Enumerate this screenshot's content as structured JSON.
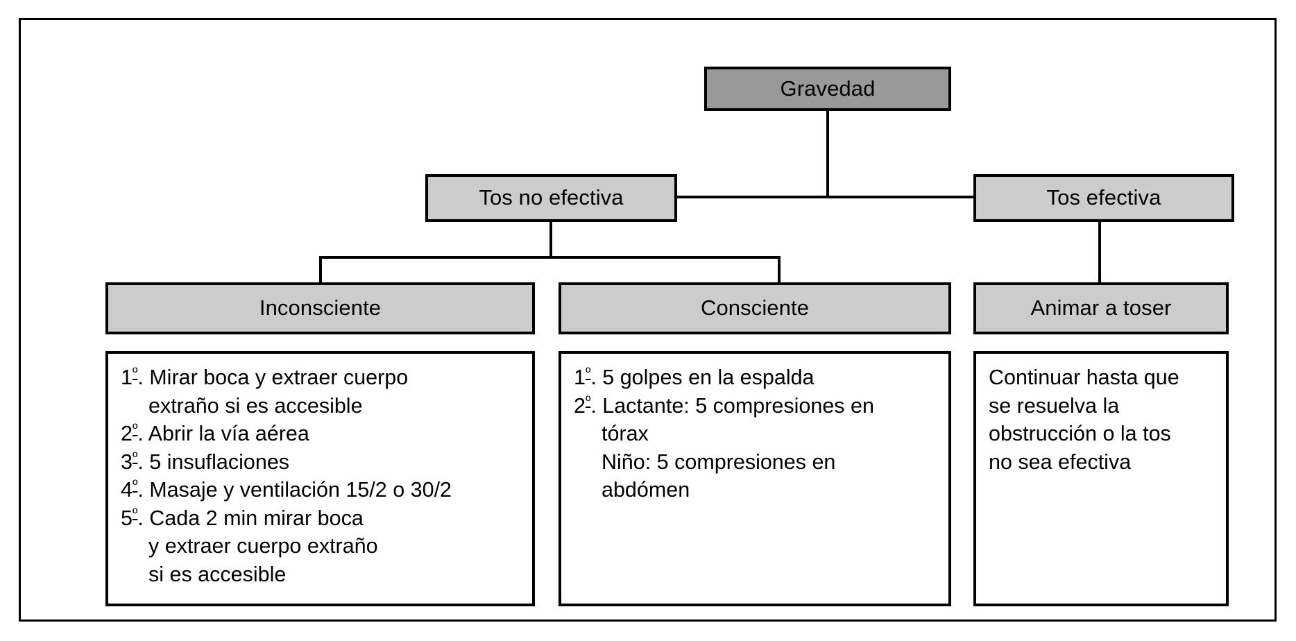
{
  "diagram": {
    "title": "Gravedad",
    "nodes": {
      "root": "Gravedad",
      "tos_no_efectiva": "Tos no efectiva",
      "tos_efectiva": "Tos efectiva",
      "inconsciente": "Inconsciente",
      "consciente": "Consciente",
      "animar_a_toser": "Animar a toser"
    },
    "details": {
      "inconsciente": {
        "lines": [
          "1º. Mirar boca y extraer cuerpo",
          "extraño si es accesible",
          "2º. Abrir la vía aérea",
          "3º. 5 insuflaciones",
          "4º. Masaje y ventilación 15/2 o 30/2",
          "5º. Cada 2 min mirar boca",
          "y extraer cuerpo extraño",
          "si es accesible"
        ]
      },
      "consciente": {
        "lines": [
          "1º. 5 golpes en la espalda",
          "2º. Lactante: 5 compresiones en",
          "tórax",
          "Niño: 5 compresiones en",
          "abdómen"
        ]
      },
      "animar_a_toser": {
        "lines": [
          "Continuar hasta que",
          "se resuelva la",
          "obstrucción o la tos",
          "no sea efectiva"
        ]
      }
    },
    "colors": {
      "root_fill": "#999999",
      "node_fill": "#cccccc",
      "stroke": "#000000",
      "background": "#ffffff",
      "text": "#000000"
    }
  }
}
